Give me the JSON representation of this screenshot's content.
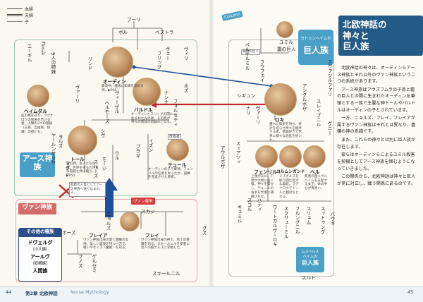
{
  "legend": {
    "blood": "血縁",
    "married": "夫婦",
    "child": "子"
  },
  "top": {
    "buri": "ブーリ",
    "boru": "ボル",
    "besutora": "ベストラ"
  },
  "aesir": {
    "tag": "アース神族",
    "names": {
      "odin": "オーディン",
      "ve": "ヴェー",
      "vili": "ヴィリ",
      "frigg": "フリッグ",
      "baldr": "バルドル",
      "nanna": "ナンナ",
      "hod": "ホズ",
      "forseti": "フォルセティ",
      "thor": "トール",
      "sif": "シヴ",
      "ran": "ラーン",
      "aegir": "エーギル",
      "heimdall": "ヘイムダル",
      "rind": "リンド",
      "vali": "ヴァーリ",
      "hermod": "ヘルモーズ",
      "vidar": "ヴィーザル",
      "jord": "ヨルズ",
      "magni": "マグニ",
      "modi": "モージ",
      "ull": "ウル",
      "thrud": "スルーズ",
      "tyr": "テュール",
      "idun": "イズン",
      "bragi": "ブラギ",
      "jarnsaxa": "ヤールンサクサ",
      "nine": "9人の姉妹"
    },
    "descs": {
      "odin": "最高神。魔術に知識を求める神。▶P46",
      "baldr": "オーディンとフリッグの間に生まれた光の神。その死が神々の黄昏の前触れとなる。",
      "thor": "雷の神。巨人たちの敵。世界を守る力がなり雷鎚と共に戦う。▶P50",
      "tyr": "オーディンの子で軍神。フェンリルの信者を失ったが、捕縛を完遂させた勇者。",
      "heimdall": "虹の橋を守り、ラグナロクの到来を告げる者。人類の3つの階級（王族、自由民、奴隷）の祖とも。",
      "peace": "和睦の人質としてアース神族へ送り込まれる。"
    },
    "notes": {
      "kaikon": "既婚者",
      "vanir_war": "ヴァン戦争"
    }
  },
  "vanir": {
    "tag": "ヴァン神族",
    "names": {
      "njord": "ニョルズ",
      "skadi": "スカジ",
      "freyja": "フレイア",
      "freyr": "フレイ",
      "od": "オーズ",
      "hnoss": "フノス",
      "gersemi": "ゲルセミ",
      "gerd": "グズ",
      "skirnir": "スキールニル"
    },
    "descs": {
      "freyja": "ヴァン神族出身の愛と豊穣の女神。美しい容姿を持つ一方で、戦いやセイズ（魔術）を司る。",
      "freyr": "ヴァン神族出身の神で、地上の豊穣を司る。スキールニルを使者に巨人の娘ゲルズに求婚した。"
    }
  },
  "others": {
    "tag": "その他の種族",
    "lines": [
      "ドヴェルグ",
      "（小人族）",
      "アールヴ",
      "（妖精族）",
      "人間族"
    ]
  },
  "right": {
    "column": "Column",
    "title": [
      "北欧神話の",
      "神々と",
      "巨人族"
    ],
    "kyojin_tag": [
      "ヨトゥンヘイムの",
      "巨人族"
    ],
    "muspell_tag": [
      "ムスペルス",
      "ヘイムの",
      "巨人族"
    ],
    "names": {
      "ymir": "ユミル",
      "frost": "霜の巨人",
      "laufey": "ラウフェイ",
      "loki": "ロキ",
      "angrboda": "アングルボザ",
      "sigyn": "シギュン",
      "svadilfari": "スヴァジルファリ",
      "sleipnir": "スレイプニル",
      "grer": "グニー",
      "narfi": "ナリ",
      "vali2": "ヴァーリ",
      "fenrir": "フェンリル",
      "jormungand": "ヨルムンガンド",
      "hel": "ヘル",
      "skoll": "スコル",
      "hati": "ハティ",
      "gymir": "ギュミル",
      "surt": "スルト",
      "utgard": "ウートガルザ・ロキ",
      "thiazi": "スィアツィ",
      "skrymir": "スクリューミル",
      "hrungnir": "フルングニル",
      "thrym": "スリュム",
      "baugi": "バウギ",
      "suttung": "スットゥング",
      "aurboda": "アウルボザ",
      "bergelmir": "ベルゲルミル"
    },
    "descs": {
      "loki": "優れた知恵を持ち、奸計を巡らせ神々を翻弄する者。悪戯好きで世界に様々な混乱を招いた。",
      "fenrir": "上顎が天に、下顎が大地に届く狼。神々を脅かし、テュールの右手を代償に捕縛された。",
      "jormungand": "ミズガルズを取り囲む巨大な毒蛇。ラグナロクでトールと相討ちとなる。",
      "hel": "死者の国ニヴルヘイムを支配する女王。体の半分が青黒い。",
      "ymir": "最初の巨人"
    },
    "body": [
      "北欧神話の神々は、オーディンらアース神族とそれ以外のヴァン神族という二つの系統があります。",
      "アース神族はアウズフムラの子孫と霜の巨人との間に生まれたオーディンを筆頭とする一族で主要な神トールやバルドルはオーディンの子とされています。",
      "一方、ニョルズ、フレイ、フレイアが属するヴァン神族はそれとは異なり、豊穣の神の系譜です。",
      "また、これらの神々とは別に巨人族が存在します。",
      "彼らはオーディンらによるユミル殺害を契機としてアース神族を憎むようになっていきました。",
      "この関係から、北欧神話は神々と巨人が常に対立し、戦う関係にあるのです。"
    ]
  },
  "footer": {
    "left_page": "44",
    "chapter": "第2章 北欧神話",
    "chapter_en": "Norse Mythology",
    "right_page": "45"
  },
  "colors": {
    "aesir": "#4a9fc8",
    "vanir": "#d46b6b",
    "others": "#2c4f8a",
    "giant": "#4aa0c6",
    "arrow_red": "#c7282d",
    "arrow_blue": "#1e4f9a",
    "title_bg": "#245a86"
  }
}
